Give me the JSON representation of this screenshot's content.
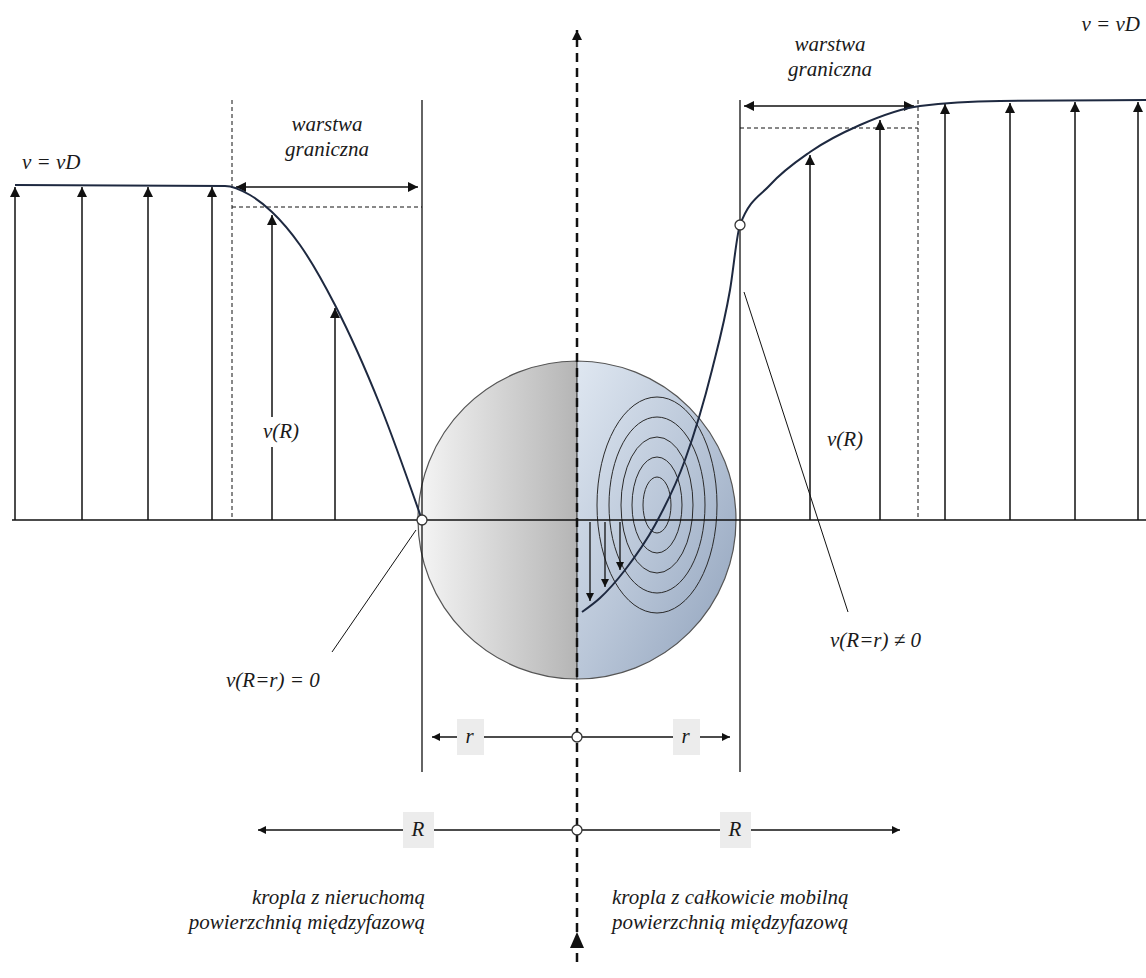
{
  "diagram": {
    "nodes": [
      {
        "text": [
          "r"
        ]
      },
      {
        "text": [
          "r"
        ]
      },
      {
        "text": [
          "R"
        ]
      },
      {
        "text": [
          "R"
        ]
      }
    ],
    "labels": [
      "v = vD",
      "warstwa graniczna",
      "warstwa graniczna",
      "v = vD",
      "v(R)",
      "v(R)",
      "v(R=r) = 0",
      "v(R=r) ≠ 0",
      "kropla z nieruchomą powierzchnią międzyfazową",
      "kropla z całkowicie mobilną powierzchnią międzyfazową"
    ]
  }
}
